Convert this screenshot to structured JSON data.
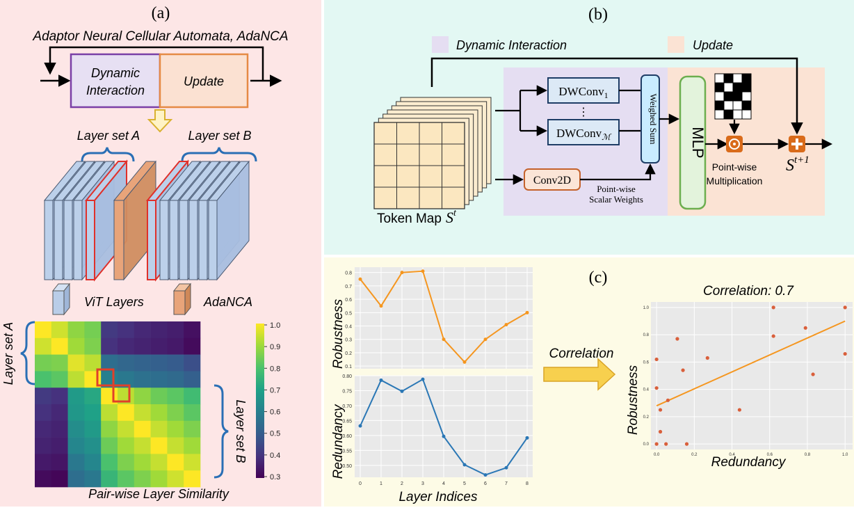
{
  "panel_a": {
    "label": "(a)",
    "title": "Adaptor Neural Cellular Automata, AdaNCA",
    "box_dynamic_line1": "Dynamic",
    "box_dynamic_line2": "Interaction",
    "box_update": "Update",
    "layer_set_a": "Layer set A",
    "layer_set_b": "Layer set B",
    "legend_vit": "ViT Layers",
    "legend_adanca": "AdaNCA",
    "heatmap_left_label": "Layer set A",
    "heatmap_right_label": "Layer set B",
    "heatmap_caption": "Pair-wise Layer Similarity",
    "colorbar_ticks": [
      "1.0",
      "0.9",
      "0.8",
      "0.7",
      "0.6",
      "0.5",
      "0.4",
      "0.3"
    ],
    "heatmap": [
      [
        1.0,
        0.95,
        0.88,
        0.85,
        0.42,
        0.4,
        0.38,
        0.37,
        0.36,
        0.33
      ],
      [
        0.95,
        1.0,
        0.9,
        0.86,
        0.4,
        0.38,
        0.37,
        0.36,
        0.35,
        0.32
      ],
      [
        0.85,
        0.86,
        0.97,
        0.93,
        0.55,
        0.53,
        0.52,
        0.51,
        0.5,
        0.47
      ],
      [
        0.8,
        0.82,
        0.93,
        1.0,
        0.6,
        0.58,
        0.56,
        0.55,
        0.54,
        0.51
      ],
      [
        0.42,
        0.4,
        0.68,
        0.72,
        1.0,
        0.93,
        0.88,
        0.84,
        0.82,
        0.78
      ],
      [
        0.4,
        0.38,
        0.67,
        0.7,
        0.93,
        1.0,
        0.94,
        0.9,
        0.86,
        0.82
      ],
      [
        0.38,
        0.37,
        0.64,
        0.68,
        0.88,
        0.94,
        1.0,
        0.94,
        0.9,
        0.86
      ],
      [
        0.37,
        0.36,
        0.62,
        0.65,
        0.84,
        0.9,
        0.94,
        1.0,
        0.94,
        0.9
      ],
      [
        0.35,
        0.34,
        0.58,
        0.62,
        0.8,
        0.86,
        0.9,
        0.94,
        1.0,
        0.95
      ],
      [
        0.32,
        0.31,
        0.55,
        0.58,
        0.76,
        0.82,
        0.86,
        0.9,
        0.95,
        1.0
      ]
    ]
  },
  "panel_b": {
    "label": "(b)",
    "legend_dynamic": "Dynamic Interaction",
    "legend_update": "Update",
    "dwconv1": "DWConv",
    "dwconv1_sub": "1",
    "dwconvm": "DWConv",
    "dwconvm_sub": "ℳ",
    "dots": "⋮",
    "weighed_sum": "Weighed Sum",
    "conv2d": "Conv2D",
    "pw_weights_line1": "Point-wise",
    "pw_weights_line2": "Scalar Weights",
    "mlp": "MLP",
    "pw_mult_line1": "Point-wise",
    "pw_mult_line2": "Multiplication",
    "token_map": "Token Map",
    "token_sym": "S",
    "token_sup": "t",
    "out_sym": "S",
    "out_sup": "t+1",
    "mask": [
      [
        0,
        1,
        0,
        1
      ],
      [
        1,
        0,
        1,
        1
      ],
      [
        0,
        1,
        1,
        0
      ],
      [
        1,
        0,
        0,
        1
      ],
      [
        0,
        1,
        0,
        0
      ]
    ]
  },
  "panel_c": {
    "label": "(c)",
    "arrow_label": "Correlation",
    "corr_title": "Correlation: 0.7",
    "layer_indices": "Layer Indices"
  },
  "chart_data": [
    {
      "type": "line",
      "ylabel": "Robustness",
      "x": [
        0,
        1,
        2,
        3,
        4,
        5,
        6,
        7,
        8
      ],
      "values": [
        0.75,
        0.55,
        0.8,
        0.81,
        0.3,
        0.13,
        0.3,
        0.41,
        0.5
      ],
      "yticks": [
        "0.1",
        "0.2",
        "0.3",
        "0.4",
        "0.5",
        "0.6",
        "0.7",
        "0.8"
      ],
      "ylim": [
        0.08,
        0.84
      ],
      "color": "#f5961f"
    },
    {
      "type": "line",
      "ylabel": "Redundancy",
      "xlabel": "Layer Indices",
      "x": [
        0,
        1,
        2,
        3,
        4,
        5,
        6,
        7,
        8
      ],
      "values": [
        0.632,
        0.785,
        0.748,
        0.788,
        0.597,
        0.502,
        0.468,
        0.492,
        0.592
      ],
      "yticks": [
        "0.50",
        "0.55",
        "0.60",
        "0.65",
        "0.70",
        "0.75",
        "0.80"
      ],
      "xticks": [
        "0",
        "1",
        "2",
        "3",
        "4",
        "5",
        "6",
        "7",
        "8"
      ],
      "ylim": [
        0.46,
        0.8
      ],
      "color": "#2a77b5"
    },
    {
      "type": "scatter",
      "title": "Correlation: 0.7",
      "xlabel": "Redundancy",
      "ylabel": "Robustness",
      "xlim": [
        -0.03,
        1.04
      ],
      "ylim": [
        -0.04,
        1.04
      ],
      "xticks": [
        "0.0",
        "0.2",
        "0.4",
        "0.6",
        "0.8",
        "1.0"
      ],
      "yticks": [
        "0.0",
        "0.2",
        "0.4",
        "0.6",
        "0.8",
        "1.0"
      ],
      "points": [
        [
          0.0,
          0.0
        ],
        [
          0.0,
          0.41
        ],
        [
          0.0,
          0.62
        ],
        [
          0.02,
          0.09
        ],
        [
          0.02,
          0.25
        ],
        [
          0.05,
          0.0
        ],
        [
          0.06,
          0.32
        ],
        [
          0.11,
          0.77
        ],
        [
          0.14,
          0.54
        ],
        [
          0.16,
          0.0
        ],
        [
          0.27,
          0.63
        ],
        [
          0.44,
          0.25
        ],
        [
          0.62,
          1.0
        ],
        [
          0.62,
          0.79
        ],
        [
          0.79,
          0.85
        ],
        [
          0.83,
          0.51
        ],
        [
          1.0,
          1.0
        ],
        [
          1.0,
          0.66
        ]
      ],
      "fit": [
        [
          0.0,
          0.28
        ],
        [
          1.0,
          0.9
        ]
      ],
      "point_color": "#d95f3b",
      "fit_color": "#f5961f"
    }
  ]
}
